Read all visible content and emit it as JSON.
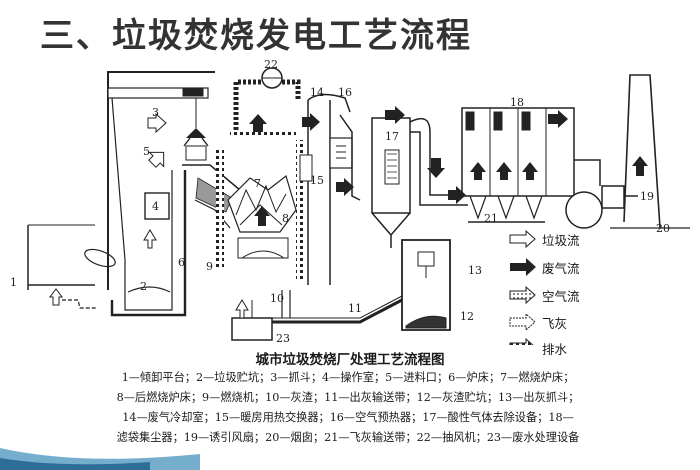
{
  "title": "三、垃圾焚烧发电工艺流程",
  "caption": "城市垃圾焚烧厂处理工艺流程图",
  "legend_lines": [
    "1—倾卸平台；2—垃圾贮坑；3—抓斗；4—操作室；5—进料口；6—炉床；7—燃烧炉床；",
    "8—后燃烧炉床；9—燃烧机；10—灰渣；11—出灰输送带；12—灰渣贮坑；13—出灰抓斗；",
    "14—废气冷却室；15—暖房用热交换器；16—空气预热器；17—酸性气体去除设备；18—",
    "滤袋集尘器；19—诱引风扇；20—烟囱；21—飞灰输送带；22—抽风机；23—废水处理设备"
  ],
  "flow_legend": [
    {
      "label": "垃圾流",
      "icon": "open-arrow-icon"
    },
    {
      "label": "废气流",
      "icon": "solid-arrow-icon"
    },
    {
      "label": "空气流",
      "icon": "dotted-arrow-icon"
    },
    {
      "label": "飞灰",
      "icon": "hatched-arrow-icon"
    },
    {
      "label": "排水",
      "icon": "striped-arrow-icon"
    }
  ],
  "component_numbers": [
    "1",
    "2",
    "3",
    "4",
    "5",
    "6",
    "7",
    "8",
    "9",
    "10",
    "11",
    "12",
    "13",
    "14",
    "15",
    "16",
    "17",
    "18",
    "19",
    "20",
    "21",
    "22",
    "23"
  ]
}
